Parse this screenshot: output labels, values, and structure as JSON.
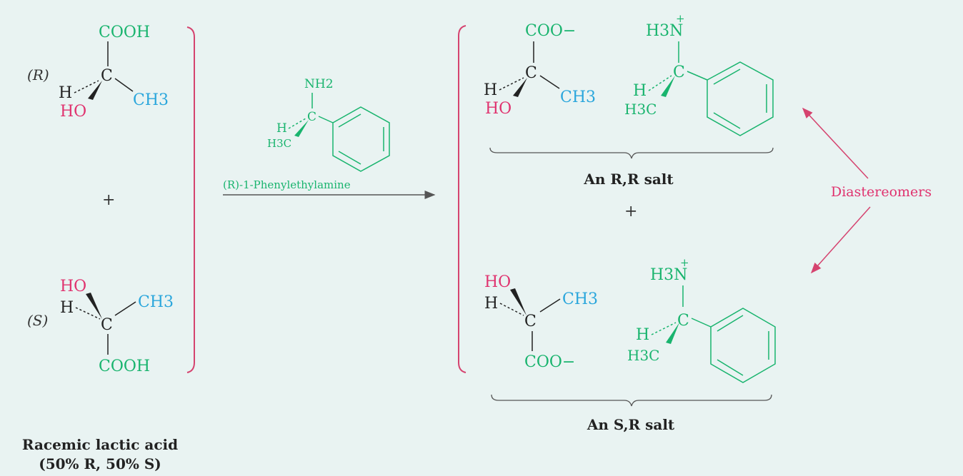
{
  "colors": {
    "green": "#19b46e",
    "blue": "#2aa6dc",
    "pink": "#e0336f",
    "black": "#222222",
    "bracket": "#d5436f",
    "arrow": "#555555",
    "background": "#e9f3f2"
  },
  "left": {
    "r_label": "(R)",
    "s_label": "(S)",
    "plus": "+",
    "r_molecule": {
      "top": "COOH",
      "center": "C",
      "h": "H",
      "oh": "HO",
      "ch3": "CH3"
    },
    "s_molecule": {
      "oh": "HO",
      "h": "H",
      "center": "C",
      "ch3": "CH3",
      "bottom": "COOH"
    },
    "caption_line1": "Racemic lactic acid",
    "caption_line2": "(50% R, 50% S)"
  },
  "reagent": {
    "nh2": "NH2",
    "h": "H",
    "h3c": "H3C",
    "center": "C",
    "label": "(R)-1-Phenylethylamine"
  },
  "right": {
    "rr_acid": {
      "top": "COO−",
      "center": "C",
      "h": "H",
      "oh": "HO",
      "ch3": "CH3"
    },
    "rr_amine": {
      "nh3": "H3N",
      "charge": "+",
      "center": "C",
      "h": "H",
      "h3c": "H3C"
    },
    "rr_caption": "An R,R salt",
    "plus": "+",
    "sr_acid": {
      "oh": "HO",
      "h": "H",
      "center": "C",
      "ch3": "CH3",
      "bottom": "COO−"
    },
    "sr_amine": {
      "nh3": "H3N",
      "charge": "+",
      "center": "C",
      "h": "H",
      "h3c": "H3C"
    },
    "sr_caption": "An S,R salt"
  },
  "annotation": {
    "label": "Diastereomers"
  }
}
